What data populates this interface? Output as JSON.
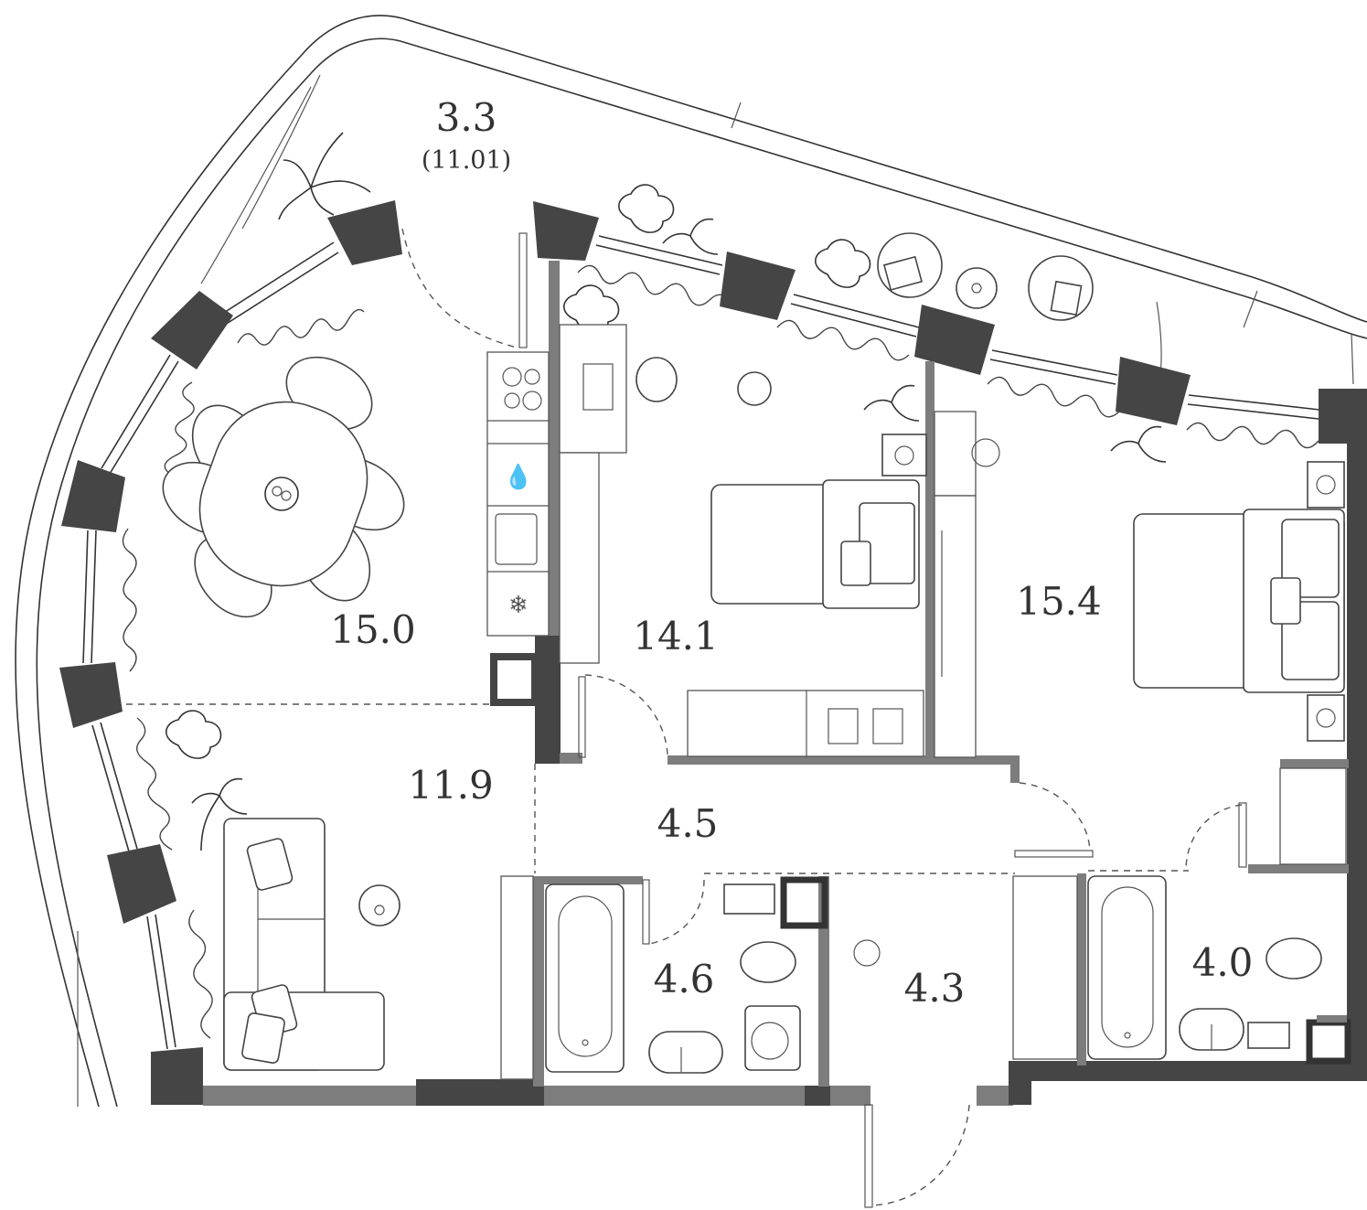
{
  "plan": {
    "rooms": [
      {
        "id": "loggia",
        "area": "3.3",
        "sub": "(11.01)"
      },
      {
        "id": "kitchen-dining",
        "area": "15.0"
      },
      {
        "id": "living",
        "area": "11.9"
      },
      {
        "id": "kids-bedroom",
        "area": "14.1"
      },
      {
        "id": "master-bedroom",
        "area": "15.4"
      },
      {
        "id": "hall",
        "area": "4.5"
      },
      {
        "id": "bathroom-1",
        "area": "4.6"
      },
      {
        "id": "entry-hall",
        "area": "4.3"
      },
      {
        "id": "bathroom-2",
        "area": "4.0"
      }
    ],
    "colors": {
      "wall_dark": "#454545",
      "wall_gray": "#7d7d7d",
      "line": "#333333",
      "background": "#ffffff"
    }
  }
}
